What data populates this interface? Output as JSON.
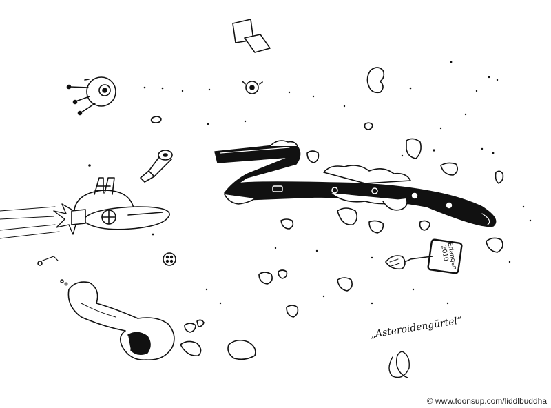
{
  "caption": "„Asteroidengürtel“",
  "date_label": "Erlangen 2010",
  "copyright": "© www.toonsup.com/liddlbuddha",
  "colors": {
    "ink": "#111111",
    "paper": "#ffffff"
  }
}
